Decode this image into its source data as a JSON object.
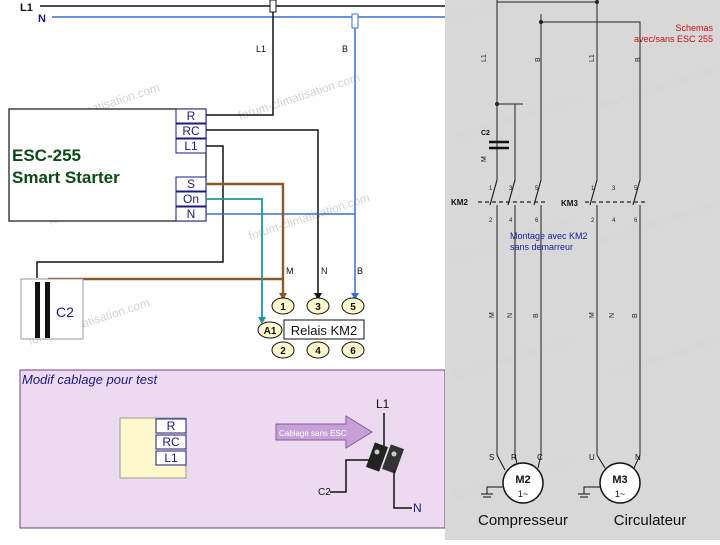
{
  "watermark": "forum-climatisation.com",
  "colors": {
    "line_black": "#111111",
    "neutral_blue": "#3a6fd6",
    "start_brown": "#8a5a2b",
    "on_teal": "#1a9a9a",
    "lower_box_fill": "#ecdaf0",
    "right_panel_fill": "#d8d8d8",
    "terminal_fill": "#fff8cc",
    "arrow_fill": "#c8a0d8",
    "note_red": "#cc1111",
    "note_blue": "#1a1aa0"
  },
  "supply": {
    "l1": "L1",
    "n": "N"
  },
  "riser_labels": {
    "l1": "L1",
    "b": "B"
  },
  "esc": {
    "title_line1": "ESC-255",
    "title_line2": "Smart Starter",
    "terminals_top": [
      "R",
      "RC",
      "L1"
    ],
    "terminals_bottom": [
      "S",
      "On",
      "N"
    ]
  },
  "capacitor": {
    "label": "C2"
  },
  "wire_labels": {
    "m": "M",
    "n": "N",
    "b": "B"
  },
  "relay": {
    "label": "Relais KM2",
    "coil": "A1",
    "top_terminals": [
      "1",
      "3",
      "5"
    ],
    "bottom_terminals": [
      "2",
      "4",
      "6"
    ]
  },
  "modif_box": {
    "title": "Modif cablage pour test",
    "terminals": [
      "R",
      "RC",
      "L1"
    ],
    "arrow_text": "Cablage sans ESC",
    "l1": "L1",
    "n": "N",
    "c2": "C2"
  },
  "schematic": {
    "note_red_line1": "Schemas",
    "note_red_line2": "avec/sans ESC 255",
    "note_blue_line1": "Montage avec KM2",
    "note_blue_line2": "sans demarreur",
    "capacitor": "C2",
    "cap_wire_label": "M",
    "contactor_left": "KM2",
    "contactor_right": "KM3",
    "phase_labels": [
      "L1",
      "B",
      "L1",
      "B"
    ],
    "top_contact_numbers": [
      "1",
      "3",
      "5",
      "1",
      "3",
      "5"
    ],
    "bottom_contact_numbers": [
      "2",
      "4",
      "6",
      "2",
      "4",
      "6"
    ],
    "wire_labels_low": [
      "M",
      "N",
      "B",
      "M",
      "N",
      "B"
    ],
    "motor_left_terminals": [
      "S",
      "R",
      "C"
    ],
    "motor_right_terminals": [
      "U",
      "N"
    ],
    "motor_left": "M2",
    "motor_right": "M3",
    "motor_phase": "1~",
    "caption_left": "Compresseur",
    "caption_right": "Circulateur"
  }
}
